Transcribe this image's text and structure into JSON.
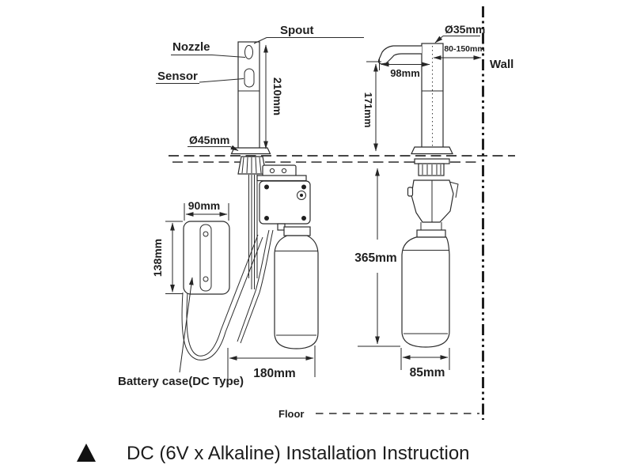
{
  "caption": {
    "marker_icon": "filled-triangle",
    "text": "DC (6V x Alkaline) Installation Instruction"
  },
  "labels": {
    "nozzle": "Nozzle",
    "sensor": "Sensor",
    "spout": "Spout",
    "wall": "Wall",
    "floor": "Floor",
    "battery_case": "Battery case(DC Type)"
  },
  "dimensions": {
    "spout_height": "210mm",
    "base_diameter": "Ø45mm",
    "body_diameter": "Ø35mm",
    "wall_distance": "80-150mm",
    "spout_reach": "98mm",
    "spout_tip_height": "171mm",
    "battery_case_width": "90mm",
    "battery_case_height": "138mm",
    "under_counter_depth": "180mm",
    "under_counter_height": "365mm",
    "bottle_width": "85mm"
  },
  "colors": {
    "line": "#2b2b2b",
    "text": "#1f1f1f",
    "background": "#ffffff"
  }
}
